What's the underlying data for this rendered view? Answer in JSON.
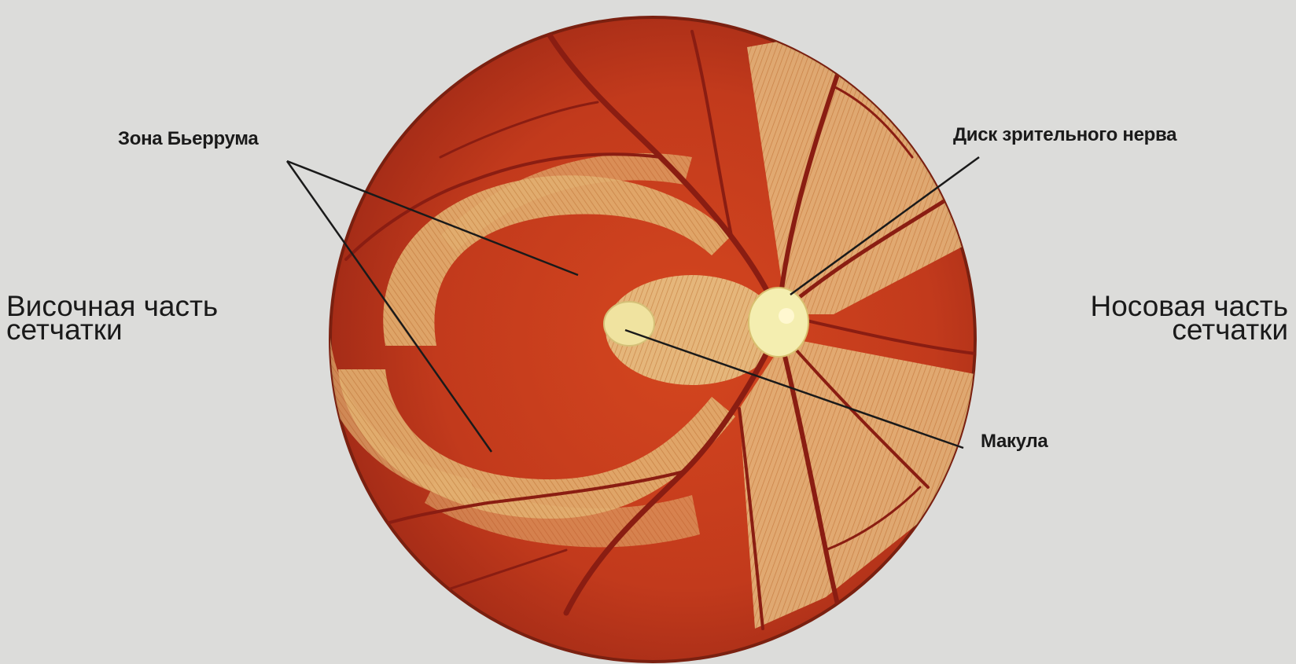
{
  "labels": {
    "bjerrum": "Зона Бьеррума",
    "optic_disc": "Диск зрительного нерва",
    "macula": "Макула",
    "temporal_line1": "Височная часть",
    "temporal_line2": "сетчатки",
    "nasal_line1": "Носовая часть",
    "nasal_line2": "сетчатки"
  },
  "colors": {
    "background": "#dcdcda",
    "retina": "#c9401f",
    "nerve_fibers": "#e4b47a",
    "vessels": "#8a1d12",
    "disc": "#f4eeb0",
    "leader_lines": "#1a1a1a"
  }
}
